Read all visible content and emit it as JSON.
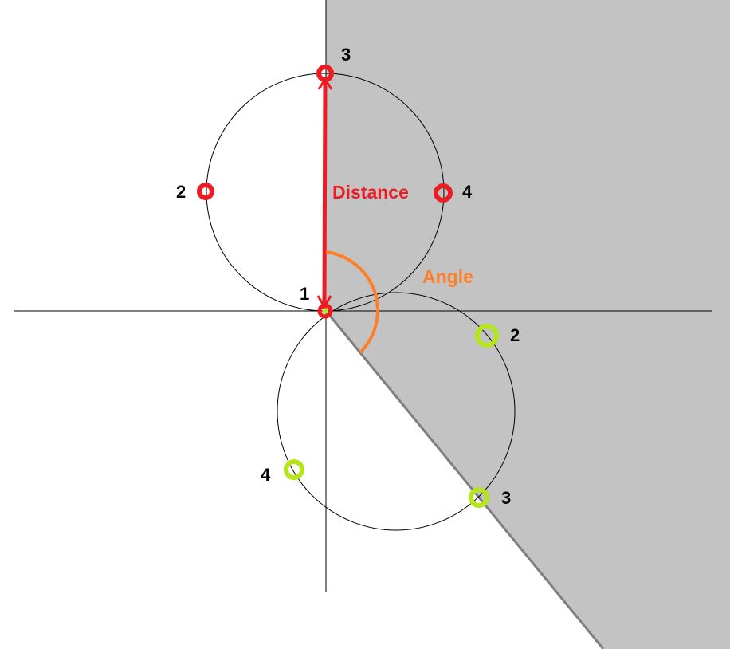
{
  "colors": {
    "background": "#ffffff",
    "shaded_region": "#c3c3c3",
    "shaded_edge": "#7f7f7f",
    "axis": "#000000",
    "circle": "#000000",
    "red_marker": "#ed1c24",
    "green_marker": "#b5e61d",
    "distance_arrow": "#ed1c24",
    "angle_arc": "#ff7f27"
  },
  "labels": {
    "distance": "Distance",
    "angle": "Angle"
  },
  "upper_circle_points": [
    {
      "label": "1",
      "role": "origin"
    },
    {
      "label": "2"
    },
    {
      "label": "3"
    },
    {
      "label": "4"
    }
  ],
  "lower_circle_points": [
    {
      "label": "2"
    },
    {
      "label": "3"
    },
    {
      "label": "4"
    }
  ]
}
